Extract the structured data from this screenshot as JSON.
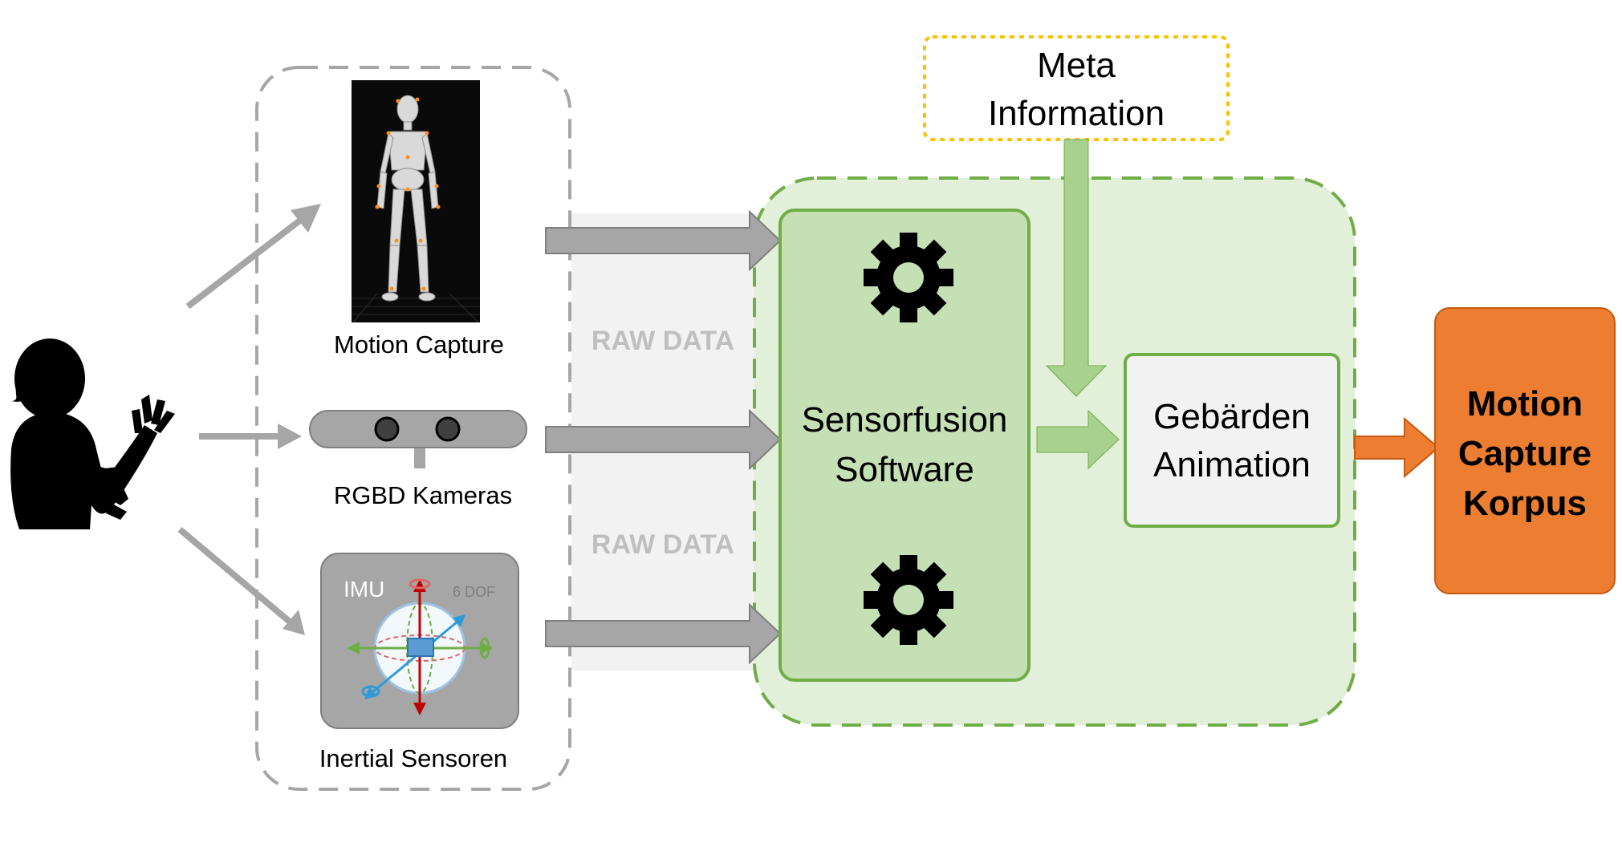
{
  "sensors": {
    "motion_capture": {
      "label": "Motion Capture"
    },
    "rgbd": {
      "label": "RGBD Kameras"
    },
    "inertial": {
      "label": "Inertial Sensoren",
      "badge": "IMU",
      "dof": "6 DOF"
    }
  },
  "raw_data_labels": [
    "RAW DATA",
    "RAW DATA"
  ],
  "meta": {
    "line1": "Meta",
    "line2": "Information"
  },
  "fusion": {
    "line1": "Sensorfusion",
    "line2": "Software"
  },
  "animation": {
    "line1": "Gebärden",
    "line2": "Animation"
  },
  "output": {
    "line1": "Motion",
    "line2": "Capture",
    "line3": "Korpus"
  },
  "colors": {
    "gray_arrow": "#a6a6a6",
    "green_dash": "#70ad47",
    "green_fill": "#e2efd9",
    "green_box": "#c5e0b4",
    "green_arrow": "#a9d18e",
    "meta_border": "#ffc000",
    "orange": "#ed7d31",
    "orange_dark": "#c55a11"
  }
}
